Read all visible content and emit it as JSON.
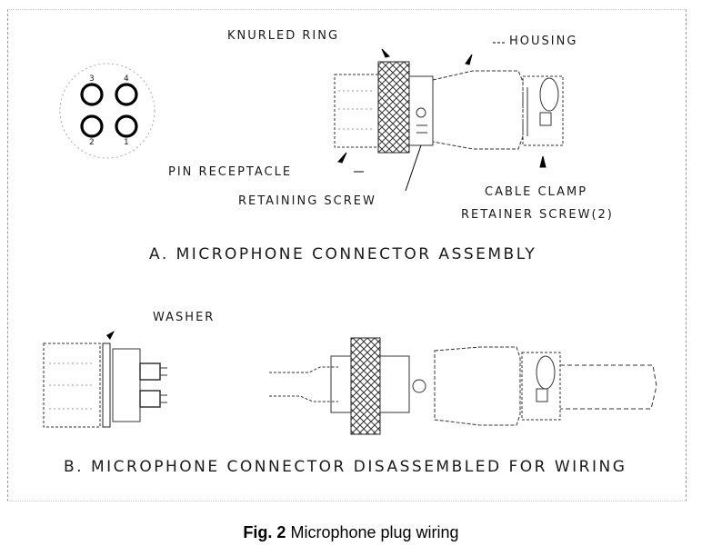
{
  "labels": {
    "knurled_ring": "KNURLED RING",
    "housing": "HOUSING",
    "pin_receptacle": "PIN RECEPTACLE",
    "retaining_screw": "RETAINING SCREW",
    "cable_clamp_line1": "CABLE CLAMP",
    "cable_clamp_line2": "RETAINER SCREW(2)",
    "washer": "WASHER"
  },
  "pin_numbers": [
    "3",
    "4",
    "2",
    "1"
  ],
  "section_a_title": "A. MICROPHONE CONNECTOR ASSEMBLY",
  "section_b_title": "B. MICROPHONE CONNECTOR DISASSEMBLED FOR WIRING",
  "caption": {
    "bold": "Fig. 2",
    "text": "Microphone plug wiring"
  }
}
